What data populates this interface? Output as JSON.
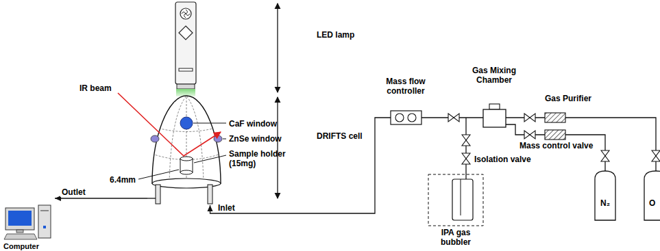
{
  "diagram": {
    "nodes": [
      {
        "text": [
          "Computer"
        ]
      },
      {
        "text": [
          "DRIFTS cell"
        ]
      },
      {
        "text": [
          "Mass flow controller"
        ]
      },
      {
        "text": [
          "Gas Mixing Chamber"
        ]
      },
      {
        "text": [
          "Gas Purifier"
        ]
      },
      {
        "text": [
          "IPA gas bubbler"
        ]
      },
      {
        "text": [
          "N₂"
        ]
      },
      {
        "text": [
          "O"
        ]
      }
    ],
    "edges": [
      {
        "from": 1,
        "to": 0,
        "arrow": "to",
        "label": "Outlet"
      },
      {
        "from": 2,
        "to": 1,
        "arrow": "to",
        "label": "Inlet"
      },
      {
        "from": 2,
        "to": 3,
        "arrow": "none"
      },
      {
        "from": 3,
        "to": 4,
        "arrow": "none"
      },
      {
        "from": 4,
        "to": 7,
        "arrow": "none"
      }
    ],
    "labels": [
      "LED lamp",
      "IR beam",
      "CaF window",
      "ZnSe window",
      "Sample holder (15mg)",
      "6.4mm",
      "Mass control valve",
      "Isolation valve"
    ]
  }
}
